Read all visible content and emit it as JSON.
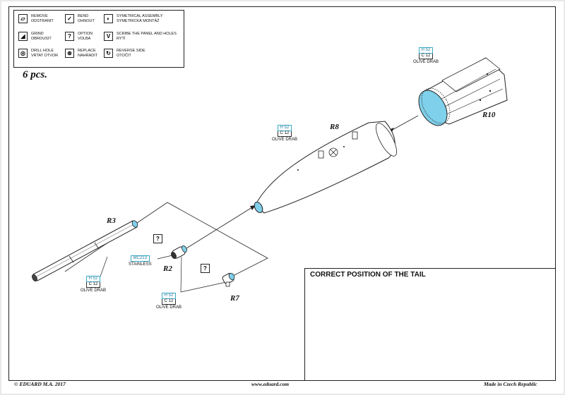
{
  "legend": {
    "items": [
      {
        "icon": "remove-icon",
        "glyph": "▱",
        "lines": [
          "REMOVE",
          "ODSTRANIT"
        ]
      },
      {
        "icon": "bend-icon",
        "glyph": "✓",
        "lines": [
          "BEND",
          "OHNOUT"
        ]
      },
      {
        "icon": "symmetrical-icon",
        "glyph": "◐",
        "lines": [
          "SYMETRICAL ASSEMBLY",
          "SYMETRICKÁ MONTÁŽ"
        ]
      },
      {
        "icon": "grind-icon",
        "glyph": "◢",
        "lines": [
          "GRIND",
          "OBROUSIT"
        ]
      },
      {
        "icon": "option-icon",
        "glyph": "?",
        "lines": [
          "OPTION",
          "VOLBA"
        ]
      },
      {
        "icon": "scribe-icon",
        "glyph": "V",
        "lines": [
          "SCRIBE THE PANEL AND HOLES",
          "RYTÍ"
        ]
      },
      {
        "icon": "drill-icon",
        "glyph": "◎",
        "lines": [
          "DRILL HOLE",
          "VRTAT OTVOR"
        ]
      },
      {
        "icon": "replace-icon",
        "glyph": "⊛",
        "lines": [
          "REPLACE",
          "NAHRADIT"
        ]
      },
      {
        "icon": "reverse-icon",
        "glyph": "↻",
        "lines": [
          "REVERSE SIDE",
          "OTOČIT"
        ]
      }
    ]
  },
  "quantity": "6 pcs.",
  "parts": {
    "r3": "R3",
    "r2": "R2",
    "r7": "R7",
    "r8": "R8",
    "r10": "R10"
  },
  "paints": {
    "olive": {
      "code": "H 52",
      "code2": "C 12",
      "name": "OLIVE DRAB"
    },
    "stainless": {
      "code": "MC213",
      "name": "STAINLESS"
    }
  },
  "option_mark": "?",
  "inset": {
    "title": "CORRECT POSITION OF THE TAIL"
  },
  "footer": {
    "left": "© EDUARD  M.A. 2017",
    "center": "www.eduard.com",
    "right": "Made in Czech Republic"
  },
  "colors": {
    "paint_blue": "#7fd0ea",
    "code_border": "#3aa9c9"
  }
}
